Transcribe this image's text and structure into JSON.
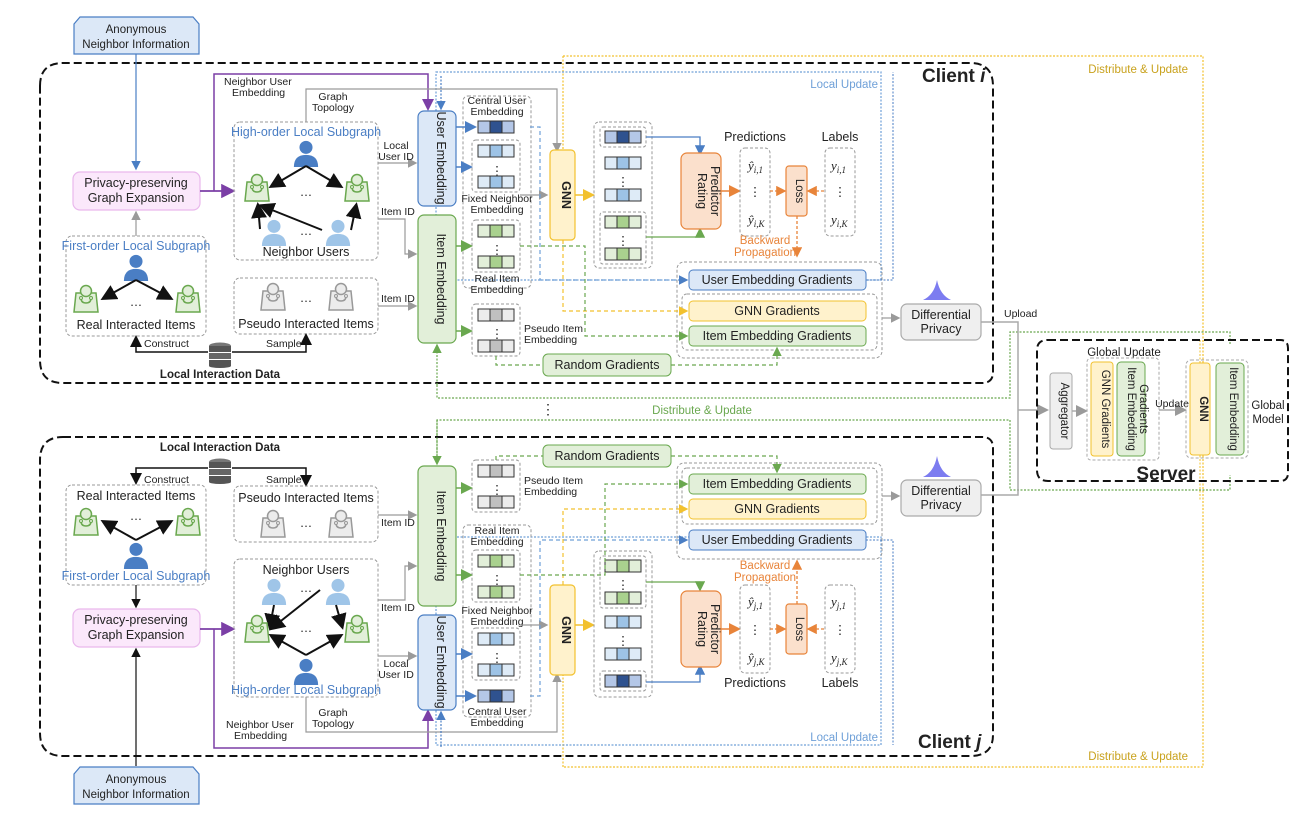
{
  "colors": {
    "blue": "#4a7ec4",
    "blue_fill": "#dce8f7",
    "green": "#6aa84f",
    "green_fill": "#e2efd9",
    "yellow": "#f2c12e",
    "yellow_fill": "#fff2cc",
    "orange": "#e8843a",
    "orange_fill": "#fbe0cc",
    "purple": "#7b3fa6",
    "pink_fill": "#fbe8fb",
    "gray": "#9a9a9a",
    "gray_fill": "#efefef",
    "dp_triangle": "#7c7cf0"
  },
  "labels": {
    "anon_neighbor": [
      "Anonymous",
      "Neighbor Information"
    ],
    "ppge": [
      "Privacy-preserving",
      "Graph Expansion"
    ],
    "first_order": "First-order Local Subgraph",
    "high_order": "High-order Local Subgraph",
    "real_items": "Real Interacted Items",
    "pseudo_items": "Pseudo Interacted Items",
    "neighbor_users": "Neighbor Users",
    "construct": "Construct",
    "sample": "Sample",
    "local_data": "Local Interaction Data",
    "neighbor_user_emb": [
      "Neighbor User",
      "Embedding"
    ],
    "graph_topology": [
      "Graph",
      "Topology"
    ],
    "local_user_id": [
      "Local",
      "User ID"
    ],
    "item_id": "Item ID",
    "user_embedding": "User Embedding",
    "item_embedding": "Item Embedding",
    "central_user_emb": [
      "Central User",
      "Embedding"
    ],
    "fixed_neighbor_emb": [
      "Fixed Neighbor",
      "Embedding"
    ],
    "real_item_emb": [
      "Real Item",
      "Embedding"
    ],
    "pseudo_item_emb": [
      "Pseudo Item",
      "Embedding"
    ],
    "gnn": "GNN",
    "rating_predictor": [
      "Rating",
      "Predictor"
    ],
    "predictions": "Predictions",
    "labels": "Labels",
    "loss": "Loss",
    "backward": [
      "Backward",
      "Propagation"
    ],
    "user_emb_grad": "User Embedding Gradients",
    "gnn_grad": "GNN Gradients",
    "item_emb_grad": "Item Embedding Gradients",
    "random_grad": "Random Gradients",
    "dp": [
      "Differential",
      "Privacy"
    ],
    "local_update": "Local Update",
    "distribute_update": "Distribute & Update",
    "upload": "Upload",
    "ellipsis": "…",
    "vdots": "⋮"
  },
  "client_i": {
    "title": "Client ",
    "index": "i",
    "pred_top": "ŷ",
    "pred_top_sub": "i,1",
    "pred_bot_sub": "i,K",
    "label_top": "y",
    "label_top_sub": "i,1",
    "label_bot_sub": "i,K"
  },
  "client_j": {
    "title": "Client ",
    "index": "j",
    "pred_top": "ŷ",
    "pred_top_sub": "j,1",
    "pred_bot_sub": "j,K",
    "label_top": "y",
    "label_top_sub": "j,1",
    "label_bot_sub": "j,K"
  },
  "server": {
    "title": "Server",
    "global_update": "Global Update",
    "aggregator": "Aggregator",
    "gnn_gradients": "GNN Gradients",
    "item_emb_gradients": [
      "Item Embedding",
      "Gradients"
    ],
    "update": "Update",
    "gnn": "GNN",
    "item_embedding": "Item Embedding",
    "global_model": [
      "Global",
      "Model"
    ]
  }
}
